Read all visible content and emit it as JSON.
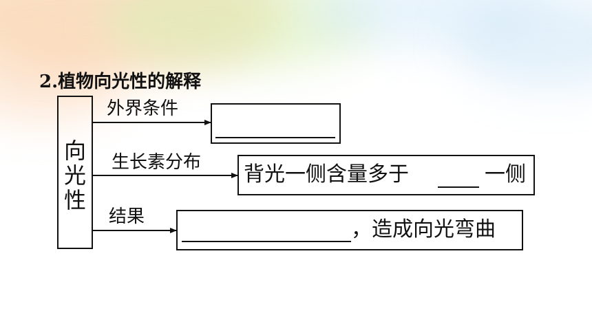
{
  "title": "2.植物向光性的解释",
  "left_box": {
    "chars": [
      "向",
      "光",
      "性"
    ]
  },
  "branches": [
    {
      "label": "外界条件",
      "result_before": "",
      "result_after": ""
    },
    {
      "label": "生长素分布",
      "result_before": "背光一侧含量多于",
      "result_after": "一侧"
    },
    {
      "label": "结果",
      "result_before": "",
      "result_after": "，造成向光弯曲"
    }
  ],
  "colors": {
    "ink": "#111111",
    "deco_orange": "#f6b27a",
    "deco_green": "#c9e9a8",
    "deco_blue": "#cfe6f7"
  }
}
